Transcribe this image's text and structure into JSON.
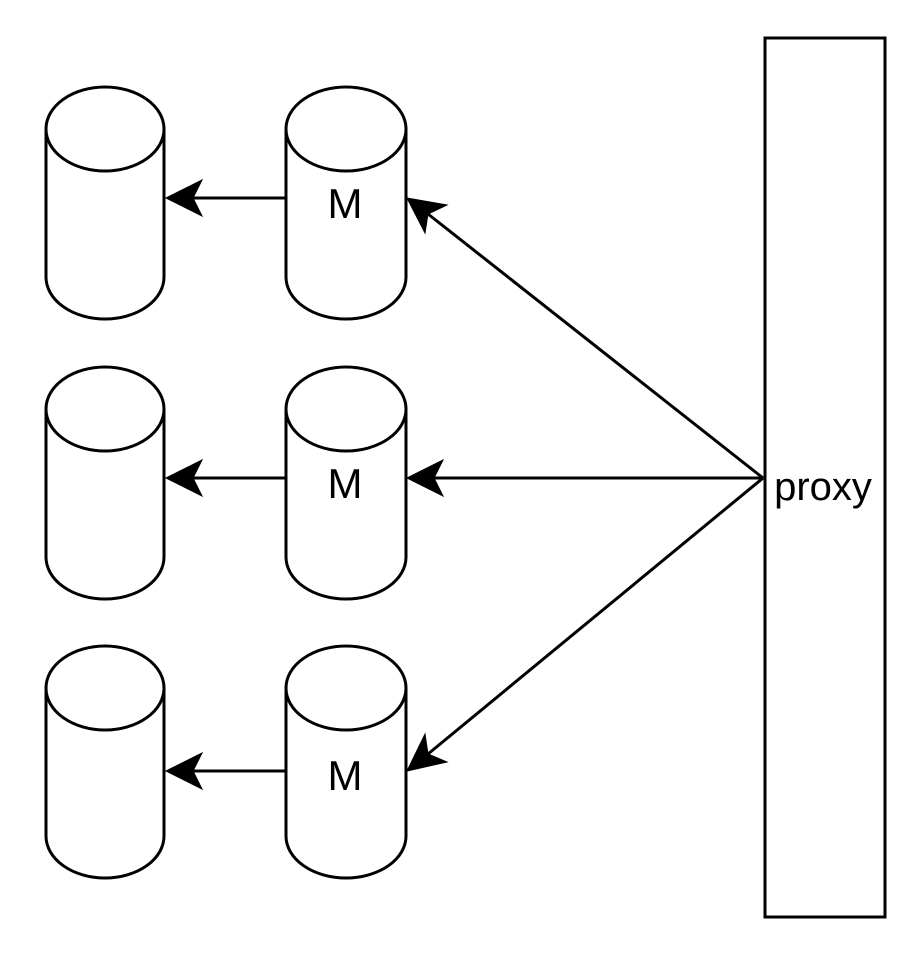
{
  "diagram": {
    "proxy": {
      "label": "proxy"
    },
    "master_label": "M",
    "rows": [
      {
        "master": {
          "label": "M"
        }
      },
      {
        "master": {
          "label": "M"
        }
      },
      {
        "master": {
          "label": "M"
        }
      }
    ],
    "colors": {
      "stroke": "#000000",
      "fill": "#ffffff",
      "background": "#ffffff"
    }
  }
}
